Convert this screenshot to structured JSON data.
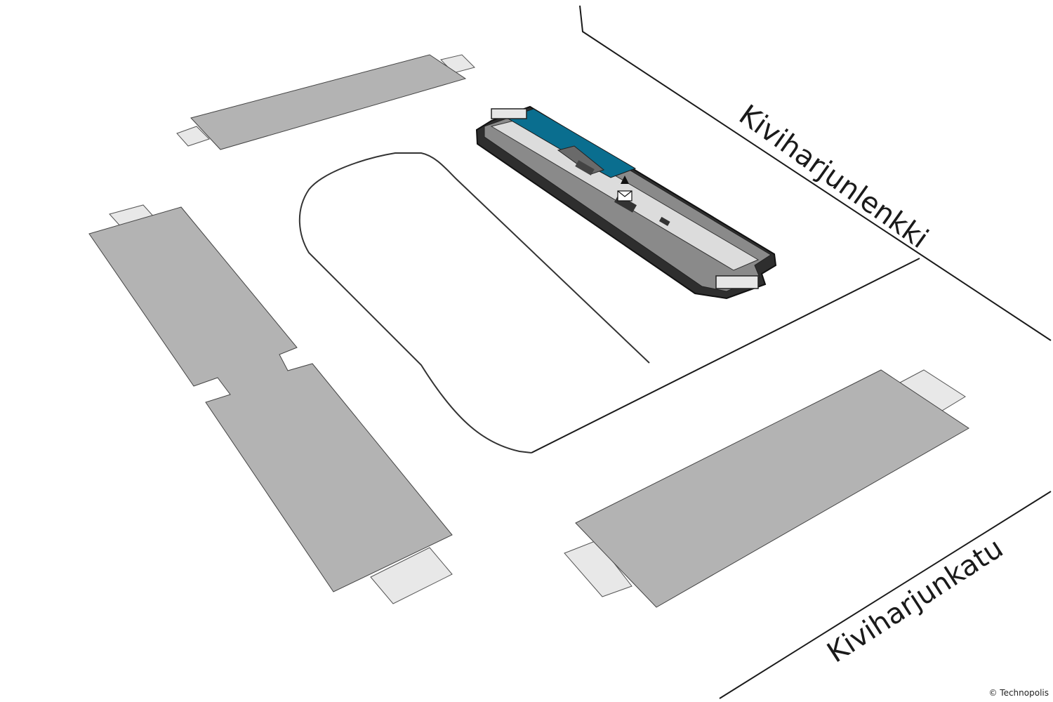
{
  "map": {
    "streets": {
      "upper": "Kiviharjunlenkki",
      "lower": "Kiviharjunkatu"
    },
    "copyright": "© Technopolis",
    "colors": {
      "building": "#b3b3b3",
      "entrance": "#e8e8e8",
      "highlight": "#0a6e8f",
      "outline": "#2b2b2b",
      "road_line": "#1a1a1a"
    }
  }
}
